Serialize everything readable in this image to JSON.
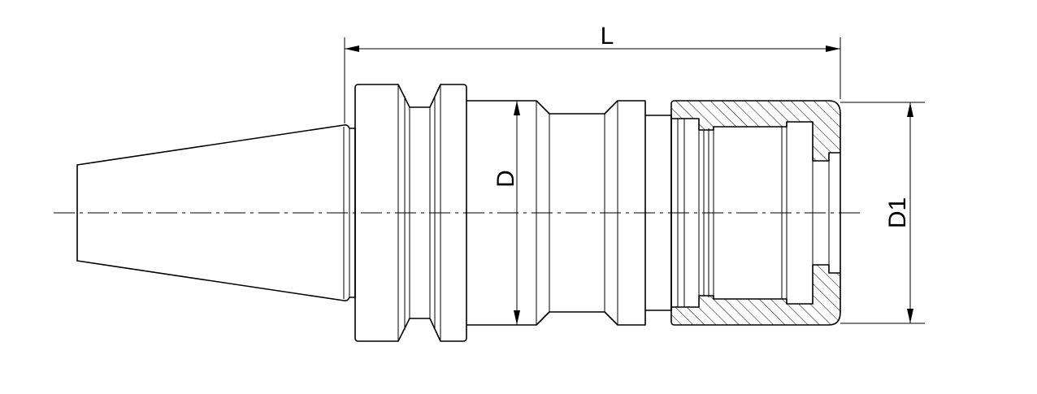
{
  "labels": {
    "length": "L",
    "diameter": "D",
    "diameter_nut": "D1"
  },
  "colors": {
    "line": "#000000",
    "background": "#ffffff"
  }
}
